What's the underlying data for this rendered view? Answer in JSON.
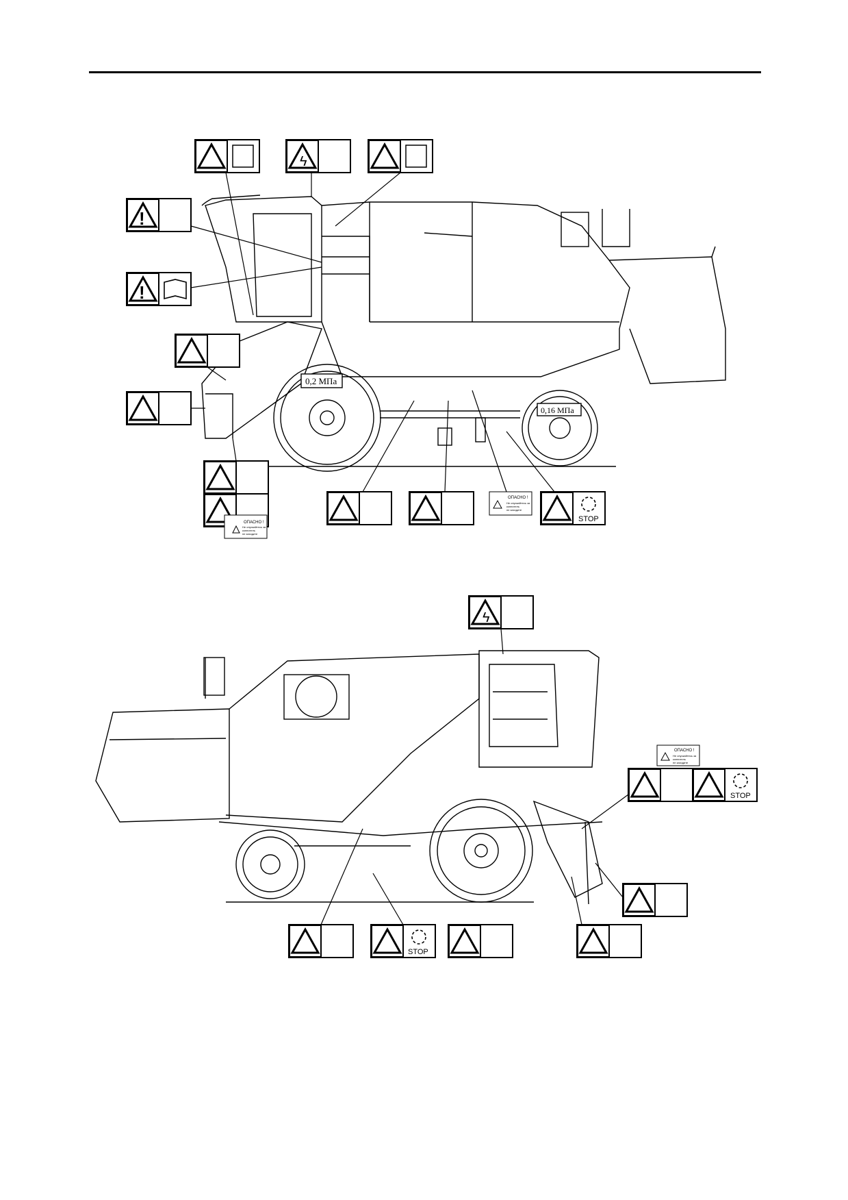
{
  "figure_top": {
    "pressure_front": "0,2 МПа",
    "pressure_rear": "0,16 МПа",
    "warning_plate_title": "ОПАСНО !",
    "warning_plate_lines": [
      "Не опускайтесь за",
      "копнитель",
      "не заходите"
    ],
    "stop_label": "STOP"
  },
  "figure_bottom": {
    "warning_plate_title": "ОПАСНО !",
    "warning_plate_lines": [
      "Не опускайтесь за",
      "копнитель",
      "не заходите"
    ],
    "stop_label": "STOP"
  },
  "icons": [
    "warning-triangle-icon",
    "book-icon",
    "electric-hazard-icon",
    "stop-rotation-icon",
    "crush-hazard-icon",
    "fall-hazard-icon"
  ]
}
